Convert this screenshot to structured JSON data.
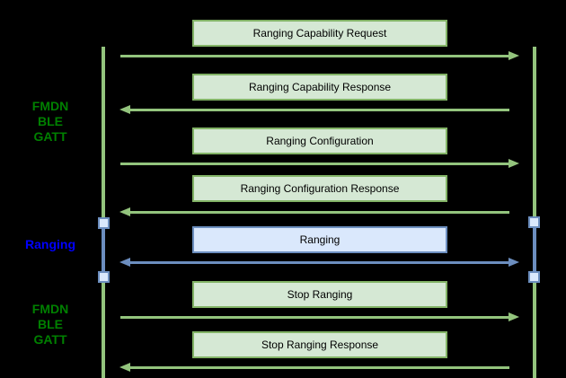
{
  "colors": {
    "bg": "#000000",
    "green_line": "#93c47d",
    "green_border": "#82b366",
    "green_fill": "#d5e8d4",
    "green_text": "#008000",
    "blue_line": "#6c8ebf",
    "blue_fill": "#dae8fc",
    "blue_text": "#0000ff",
    "box_text": "#000000"
  },
  "phases": [
    {
      "label": "FMDN\nBLE\nGATT"
    },
    {
      "label": "Ranging"
    },
    {
      "label": "FMDN\nBLE\nGATT"
    }
  ],
  "messages": [
    {
      "label": "Ranging Capability Request",
      "direction": "right",
      "theme": "green"
    },
    {
      "label": "Ranging Capability Response",
      "direction": "left",
      "theme": "green"
    },
    {
      "label": "Ranging Configuration",
      "direction": "right",
      "theme": "green"
    },
    {
      "label": "Ranging Configuration Response",
      "direction": "left",
      "theme": "green"
    },
    {
      "label": "Ranging",
      "direction": "both",
      "theme": "blue"
    },
    {
      "label": "Stop Ranging",
      "direction": "right",
      "theme": "green"
    },
    {
      "label": "Stop Ranging Response",
      "direction": "left",
      "theme": "green"
    }
  ]
}
